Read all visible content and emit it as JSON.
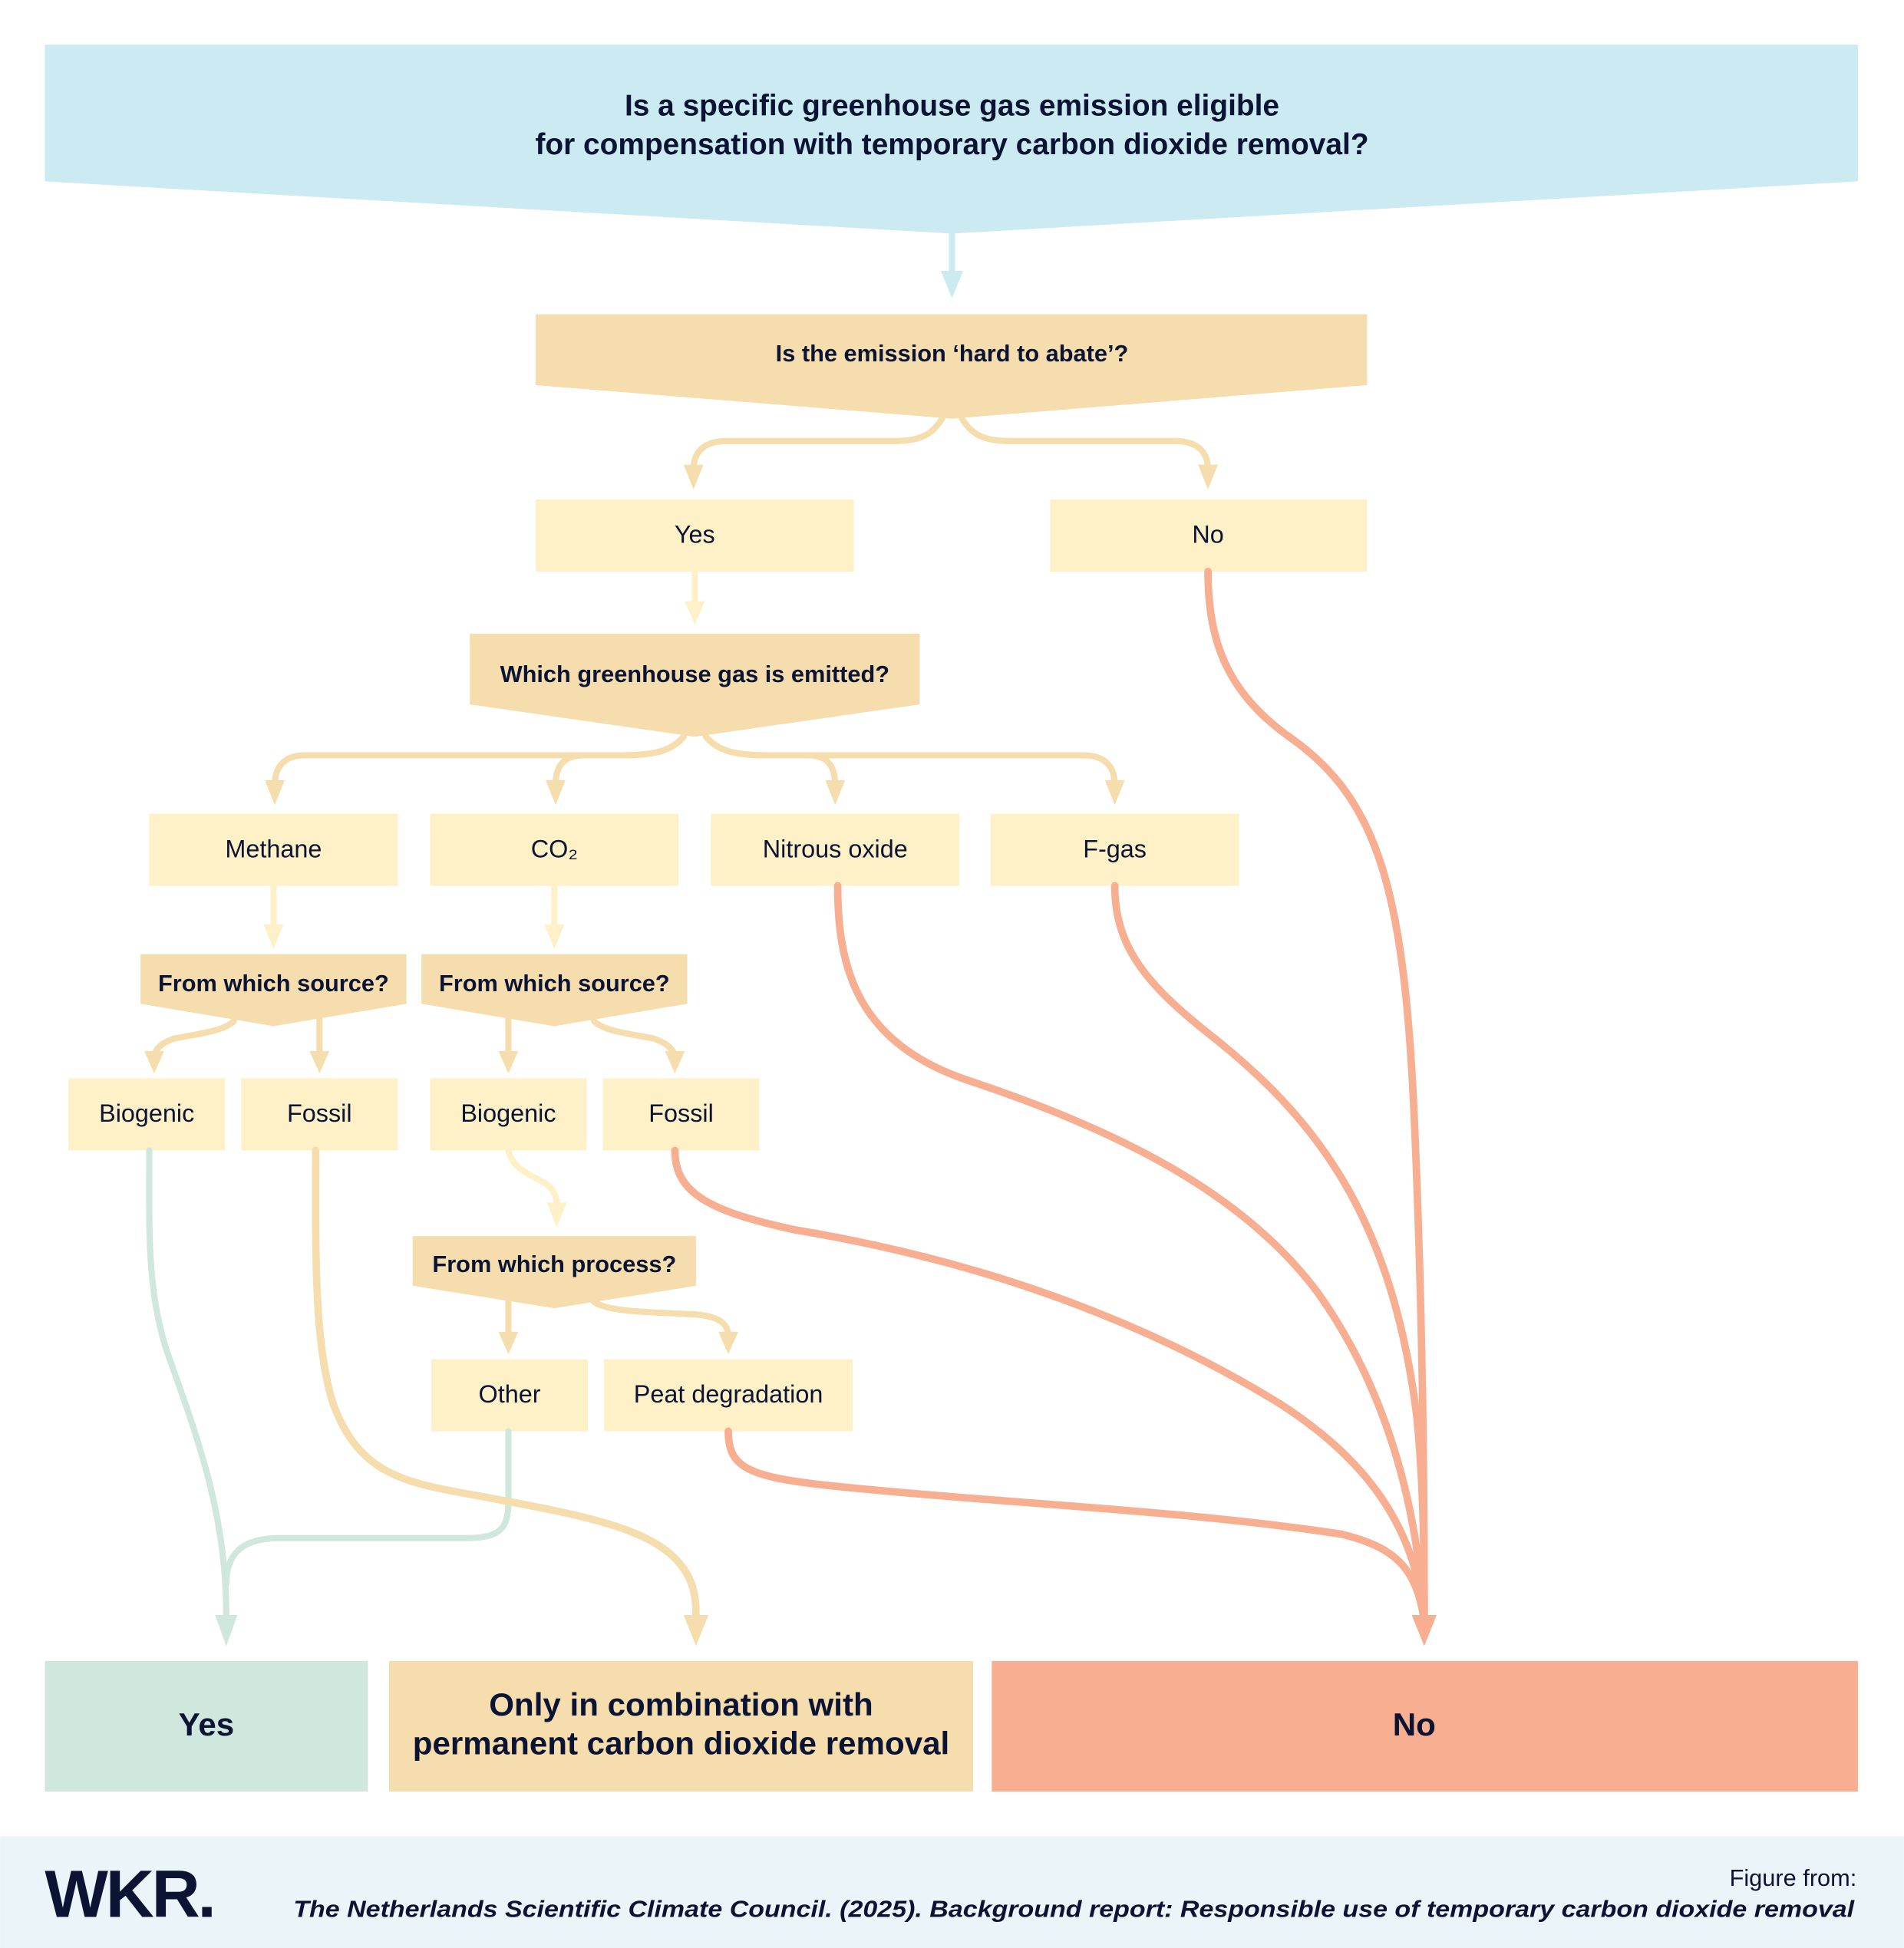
{
  "title": {
    "line1": "Is a specific greenhouse gas emission eligible",
    "line2": "for compensation with temporary carbon dioxide removal?"
  },
  "questions": {
    "hard_to_abate": "Is the emission ‘hard to abate’?",
    "which_gas": "Which greenhouse gas is emitted?",
    "methane_source": "From which source?",
    "co2_source": "From which source?",
    "co2_process": "From which process?"
  },
  "answers": {
    "yes": "Yes",
    "no": "No",
    "methane": "Methane",
    "co2": "CO₂",
    "nitrous_oxide": "Nitrous oxide",
    "f_gas": "F-gas",
    "methane_biogenic": "Biogenic",
    "methane_fossil": "Fossil",
    "co2_biogenic": "Biogenic",
    "co2_fossil": "Fossil",
    "other": "Other",
    "peat": "Peat degradation"
  },
  "outcomes": {
    "yes": "Yes",
    "combo_line1": "Only in combination with",
    "combo_line2": "permanent carbon dioxide removal",
    "no": "No"
  },
  "colors": {
    "title_bg": "#cbeaf2",
    "question_bg": "#f5ddae",
    "answer_bg": "#fef0c7",
    "outcome_yes": "#cfe7dc",
    "outcome_combo": "#f5ddae",
    "outcome_no": "#f7ae91",
    "footer_bg": "#eaf5fa",
    "text": "#0c1433"
  },
  "footer": {
    "logo": "WKR.",
    "figure_from": "Figure from:",
    "citation": "The Netherlands Scientific Climate Council. (2025). Background report: Responsible use of temporary carbon dioxide removal"
  }
}
